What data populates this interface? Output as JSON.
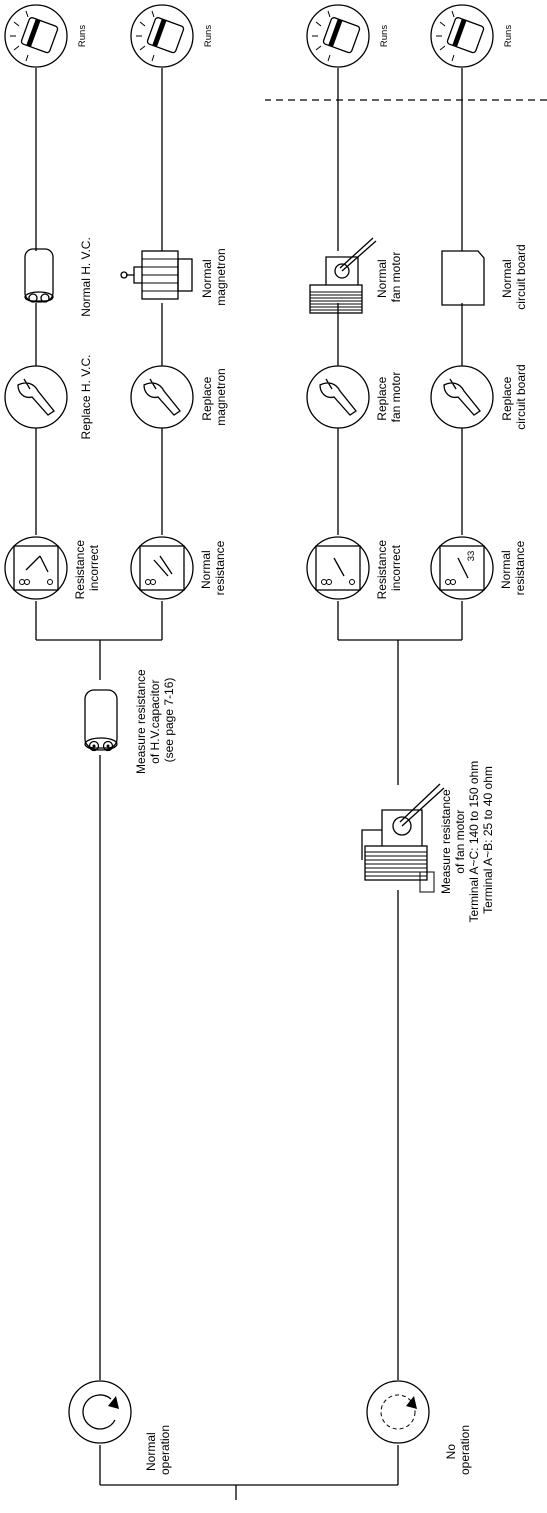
{
  "labels": {
    "normal_operation": [
      "Normal",
      "operation"
    ],
    "no_operation": [
      "No",
      "operation"
    ],
    "measure_hvc": [
      "Measure resistance",
      "of H.V.capacitor",
      "(see page 7-16)"
    ],
    "measure_fan": [
      "Measure resistance",
      "of fan motor",
      "Terminal A~C: 140 to 150 ohm",
      "Terminal A~B: 25 to 40 ohm"
    ],
    "resistance_incorrect_1": [
      "Resistance",
      "incorrect"
    ],
    "normal_resistance_1": [
      "Normal",
      "resistance"
    ],
    "resistance_incorrect_2": [
      "Resistance",
      "incorrect"
    ],
    "normal_resistance_2": [
      "Normal",
      "resistance"
    ],
    "replace_hvc": [
      "Replace H. V.C."
    ],
    "replace_magnetron": [
      "Replace",
      "magnetron"
    ],
    "replace_fan_motor": [
      "Replace",
      "fan motor"
    ],
    "replace_circuit_board": [
      "Replace",
      "circuit board"
    ],
    "normal_hvc": [
      "Normal H. V.C."
    ],
    "normal_magnetron": [
      "Normal",
      "magnetron"
    ],
    "normal_fan_motor": [
      "Normal",
      "fan motor"
    ],
    "normal_circuit_board": [
      "Normal",
      "circuit board"
    ],
    "runs": [
      "Runs",
      "Runs",
      "Runs",
      "Runs"
    ],
    "meter_reading": "33"
  }
}
